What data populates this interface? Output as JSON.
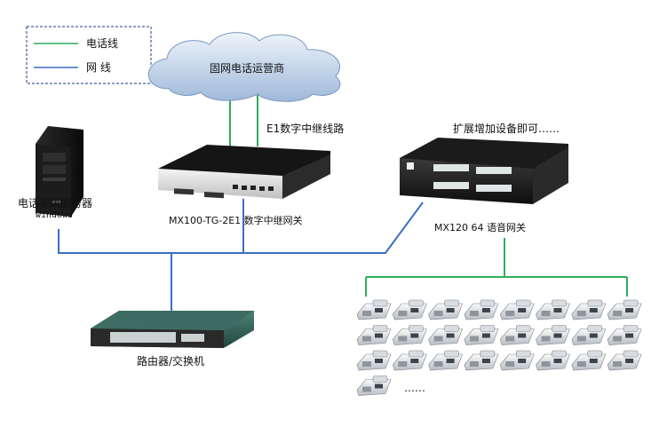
{
  "legend": {
    "phone_line_label": "电话线",
    "network_line_label": "网 线",
    "phone_line_color": "#2eae5a",
    "network_line_color": "#3b6fc4"
  },
  "cloud": {
    "label": "固网电话运营商",
    "icon": "cloud-icon"
  },
  "trunk_label": "E1数字中继线路",
  "expand_label": "扩展增加设备即可……",
  "server": {
    "label": "电话系统服务器",
    "os": "windows",
    "icon": "tower-server-icon"
  },
  "gateway_e1": {
    "label": "MX100-TG-2E1 数字中继网关",
    "icon": "rack-gateway-icon"
  },
  "gateway_voice": {
    "label": "MX120 64 语音网关",
    "icon": "rack-gateway-icon"
  },
  "router": {
    "label": "路由器/交换机",
    "icon": "network-switch-icon"
  },
  "phones": {
    "icon": "desk-phone-icon",
    "rows": [
      8,
      8,
      8,
      1
    ],
    "more_label": "……"
  }
}
